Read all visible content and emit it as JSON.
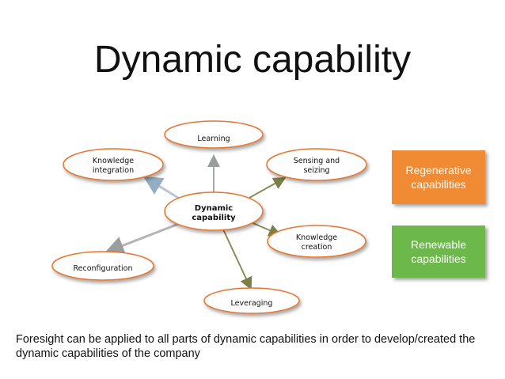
{
  "title": "Dynamic capability",
  "center": {
    "label": "Dynamic\ncapability"
  },
  "nodes": {
    "learning": "Learning",
    "knowledge_integration": "Knowledge\nintegration",
    "sensing_and_seizing": "Sensing and\nseizing",
    "knowledge_creation": "Knowledge\ncreation",
    "reconfiguration": "Reconfiguration",
    "leveraging": "Leveraging"
  },
  "side_boxes": {
    "regenerative": {
      "label": "Regenerative\ncapabilities",
      "color": "#f08a33"
    },
    "renewable": {
      "label": "Renewable\ncapabilities",
      "color": "#6cb84a"
    }
  },
  "colors": {
    "node_stroke": "#e8752f",
    "arrow_gray": "#a6aaaa",
    "arrow_green": "#8a8c55",
    "arrow_blue": "#9eb8cc"
  },
  "footer": "Foresight can be applied to all parts of dynamic capabilities in order to develop/created the dynamic capabilities of the company"
}
